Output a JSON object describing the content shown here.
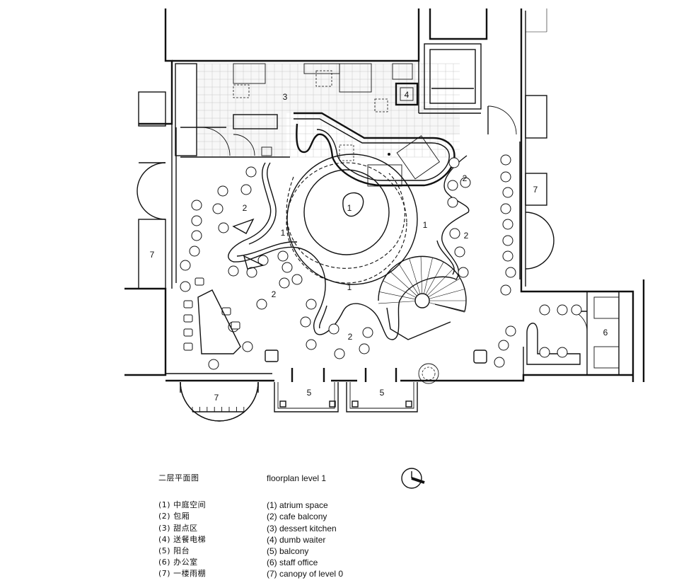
{
  "plan_labels": {
    "atrium_a": "1",
    "atrium_b": "1",
    "atrium_c": "1",
    "atrium_d": "1",
    "cafe_a": "2",
    "cafe_b": "2",
    "cafe_c": "2",
    "cafe_d": "2",
    "cafe_e": "2",
    "kitchen": "3",
    "dumb_waiter": "4",
    "balcony_a": "5",
    "balcony_b": "5",
    "office": "6",
    "canopy_a": "7",
    "canopy_b": "7",
    "canopy_c": "7"
  },
  "legend": {
    "title_cn": "二层平面图",
    "title_en": "floorplan level 1",
    "items_cn": [
      "(1) 中庭空间",
      "(2) 包厢",
      "(3) 甜点区",
      "(4) 送餐电梯",
      "(5) 阳台",
      "(6) 办公室",
      "(7) 一楼雨棚"
    ],
    "items_en": [
      "(1) atrium space",
      "(2) cafe balcony",
      "(3) dessert kitchen",
      "(4) dumb waiter",
      "(5) balcony",
      "(6) staff office",
      "(7) canopy of level 0"
    ]
  }
}
